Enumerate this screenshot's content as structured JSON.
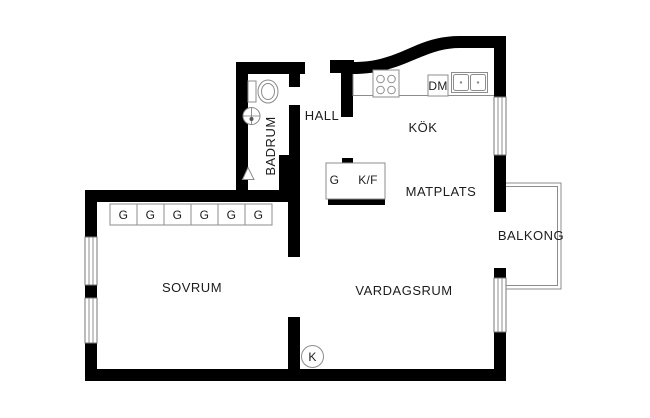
{
  "floorplan": {
    "rooms": {
      "badrum": "BADRUM",
      "hall": "HALL",
      "kok": "KÖK",
      "matplats": "MATPLATS",
      "sovrum": "SOVRUM",
      "vardagsrum": "VARDAGSRUM",
      "balkong": "BALKONG"
    },
    "appliances": {
      "dishwasher": "DM",
      "fridge_freezer": "K/F",
      "hall_closet": "G",
      "flue": "K"
    },
    "wardrobes": [
      {
        "label": "G"
      },
      {
        "label": "G"
      },
      {
        "label": "G"
      },
      {
        "label": "G"
      },
      {
        "label": "G"
      },
      {
        "label": "G"
      }
    ],
    "colors": {
      "wall": "#000000",
      "outline": "#8c8c8c",
      "text": "#1c1c1c",
      "background": "#ffffff"
    }
  }
}
